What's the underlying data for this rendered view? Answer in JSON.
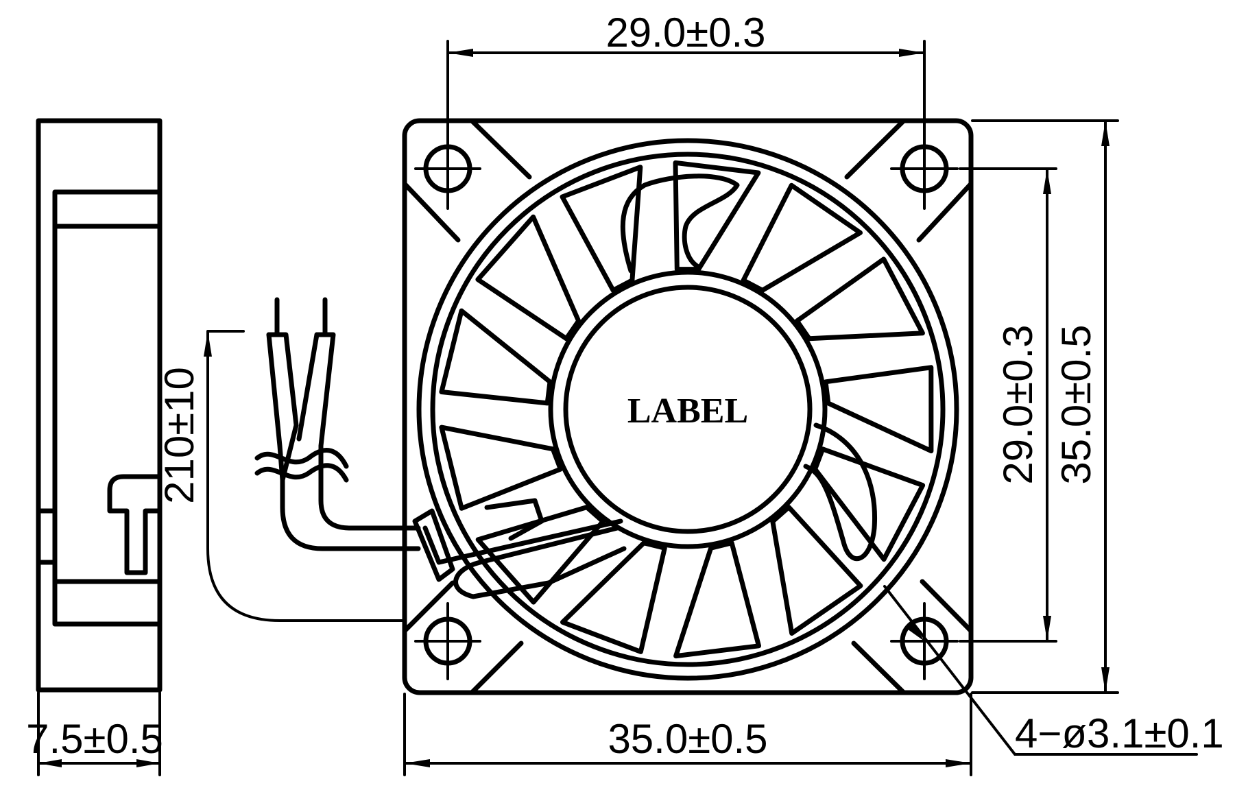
{
  "drawing": {
    "label_text": "LABEL",
    "dimensions": {
      "top_hole_spacing": "29.0±0.3",
      "right_hole_spacing": "29.0±0.3",
      "overall_height": "35.0±0.5",
      "overall_width": "35.0±0.5",
      "thickness": "7.5±0.5",
      "lead_length": "210±10",
      "mounting_holes": "4−ø3.1±0.1"
    },
    "colors": {
      "line": "#000000",
      "background": "#ffffff"
    }
  }
}
